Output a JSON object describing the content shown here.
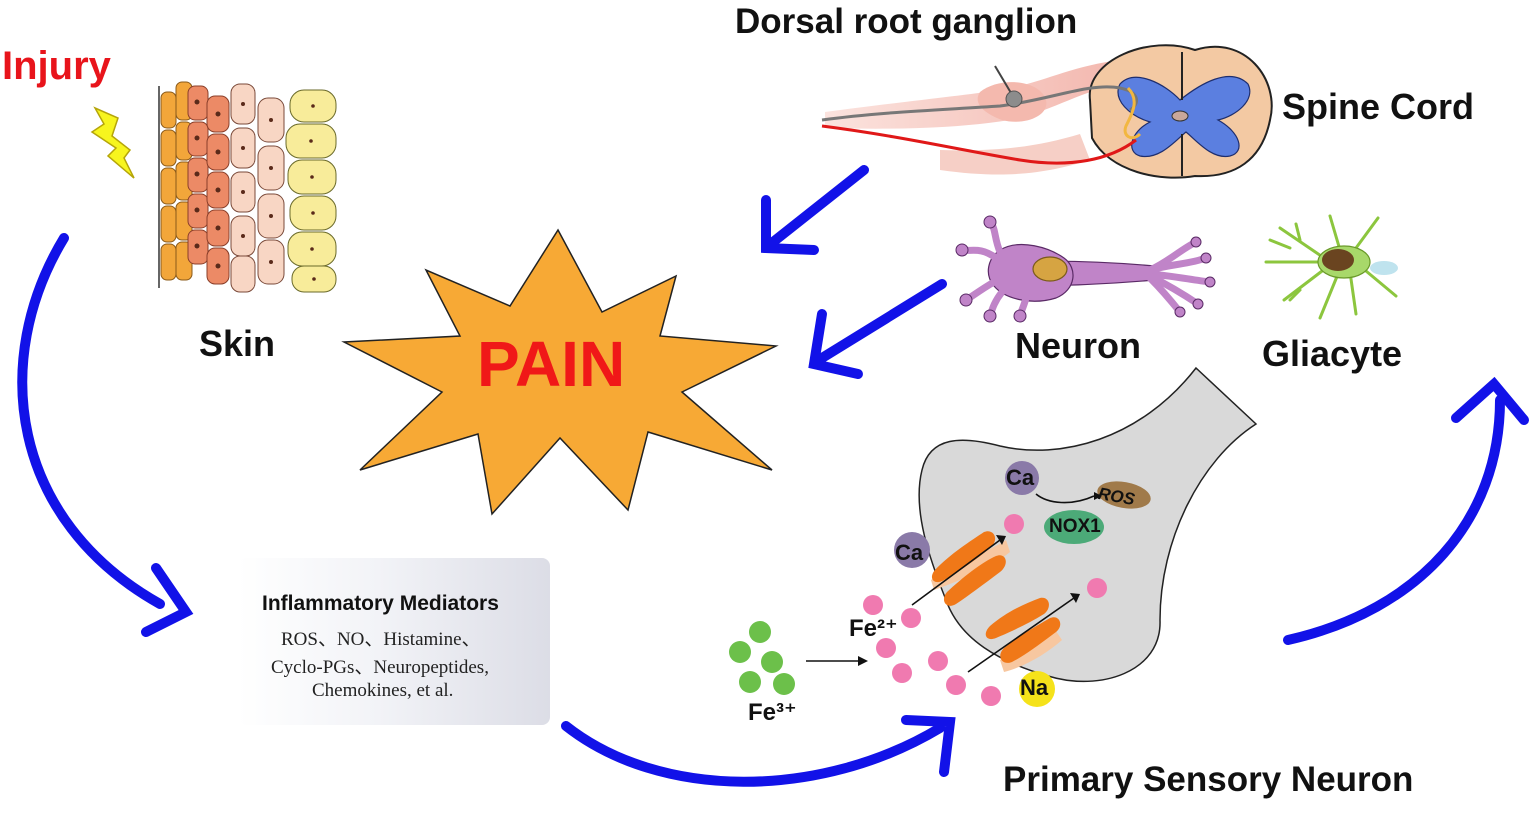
{
  "labels": {
    "injury": "Injury",
    "skin": "Skin",
    "pain": "PAIN",
    "dorsal_root_ganglion": "Dorsal root ganglion",
    "spine_cord": "Spine Cord",
    "neuron": "Neuron",
    "gliacyte": "Gliacyte",
    "primary_sensory_neuron": "Primary Sensory Neuron"
  },
  "mediators": {
    "title": "Inflammatory Mediators",
    "line1": "ROS、NO、Histamine、",
    "line2": "Cyclo-PGs、Neuropeptides,",
    "line3": "Chemokines, et al."
  },
  "ions": {
    "fe2": "Fe²⁺",
    "fe3": "Fe³⁺",
    "ca_top": "Ca",
    "ca_left": "Ca",
    "na": "Na",
    "nox1": "NOX1",
    "ros": "ROS"
  },
  "colors": {
    "arrow_blue": "#1212e8",
    "injury_red": "#e8141b",
    "pain_star": "#f7a935",
    "pain_text": "#f01818",
    "lightning": "#f7f51e",
    "neuron_purple": "#c084c8",
    "spinal_gray_matter": "#5b7fe0",
    "spinal_white_matter": "#f3c9a3",
    "fe3_green": "#6cc04a",
    "fe2_pink": "#f07ab0",
    "channel_orange": "#f07818",
    "terminal_gray": "#d9d9d9",
    "ca_purple": "#8a7aa8",
    "na_yellow": "#f5e21a",
    "nox1_green": "#4caa78",
    "ros_brown": "#a07a4a"
  },
  "icons": [
    "lightning-icon",
    "skin-layers-icon",
    "pain-starburst-icon",
    "spinal-cord-icon",
    "neuron-icon",
    "gliacyte-icon",
    "nerve-terminal-icon"
  ]
}
